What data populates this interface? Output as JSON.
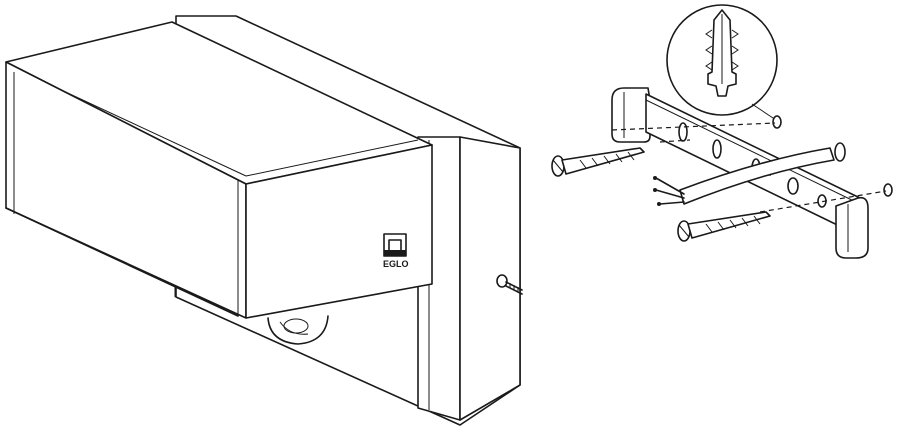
{
  "brand": {
    "logo_text": "EGLO"
  },
  "colors": {
    "line": "#1a1a1a",
    "background": "#ffffff"
  },
  "icons": [
    "wall-lamp-housing",
    "wall-plate",
    "mounting-bracket",
    "screw",
    "wall-plug",
    "power-cable",
    "motion-sensor",
    "set-screw"
  ]
}
